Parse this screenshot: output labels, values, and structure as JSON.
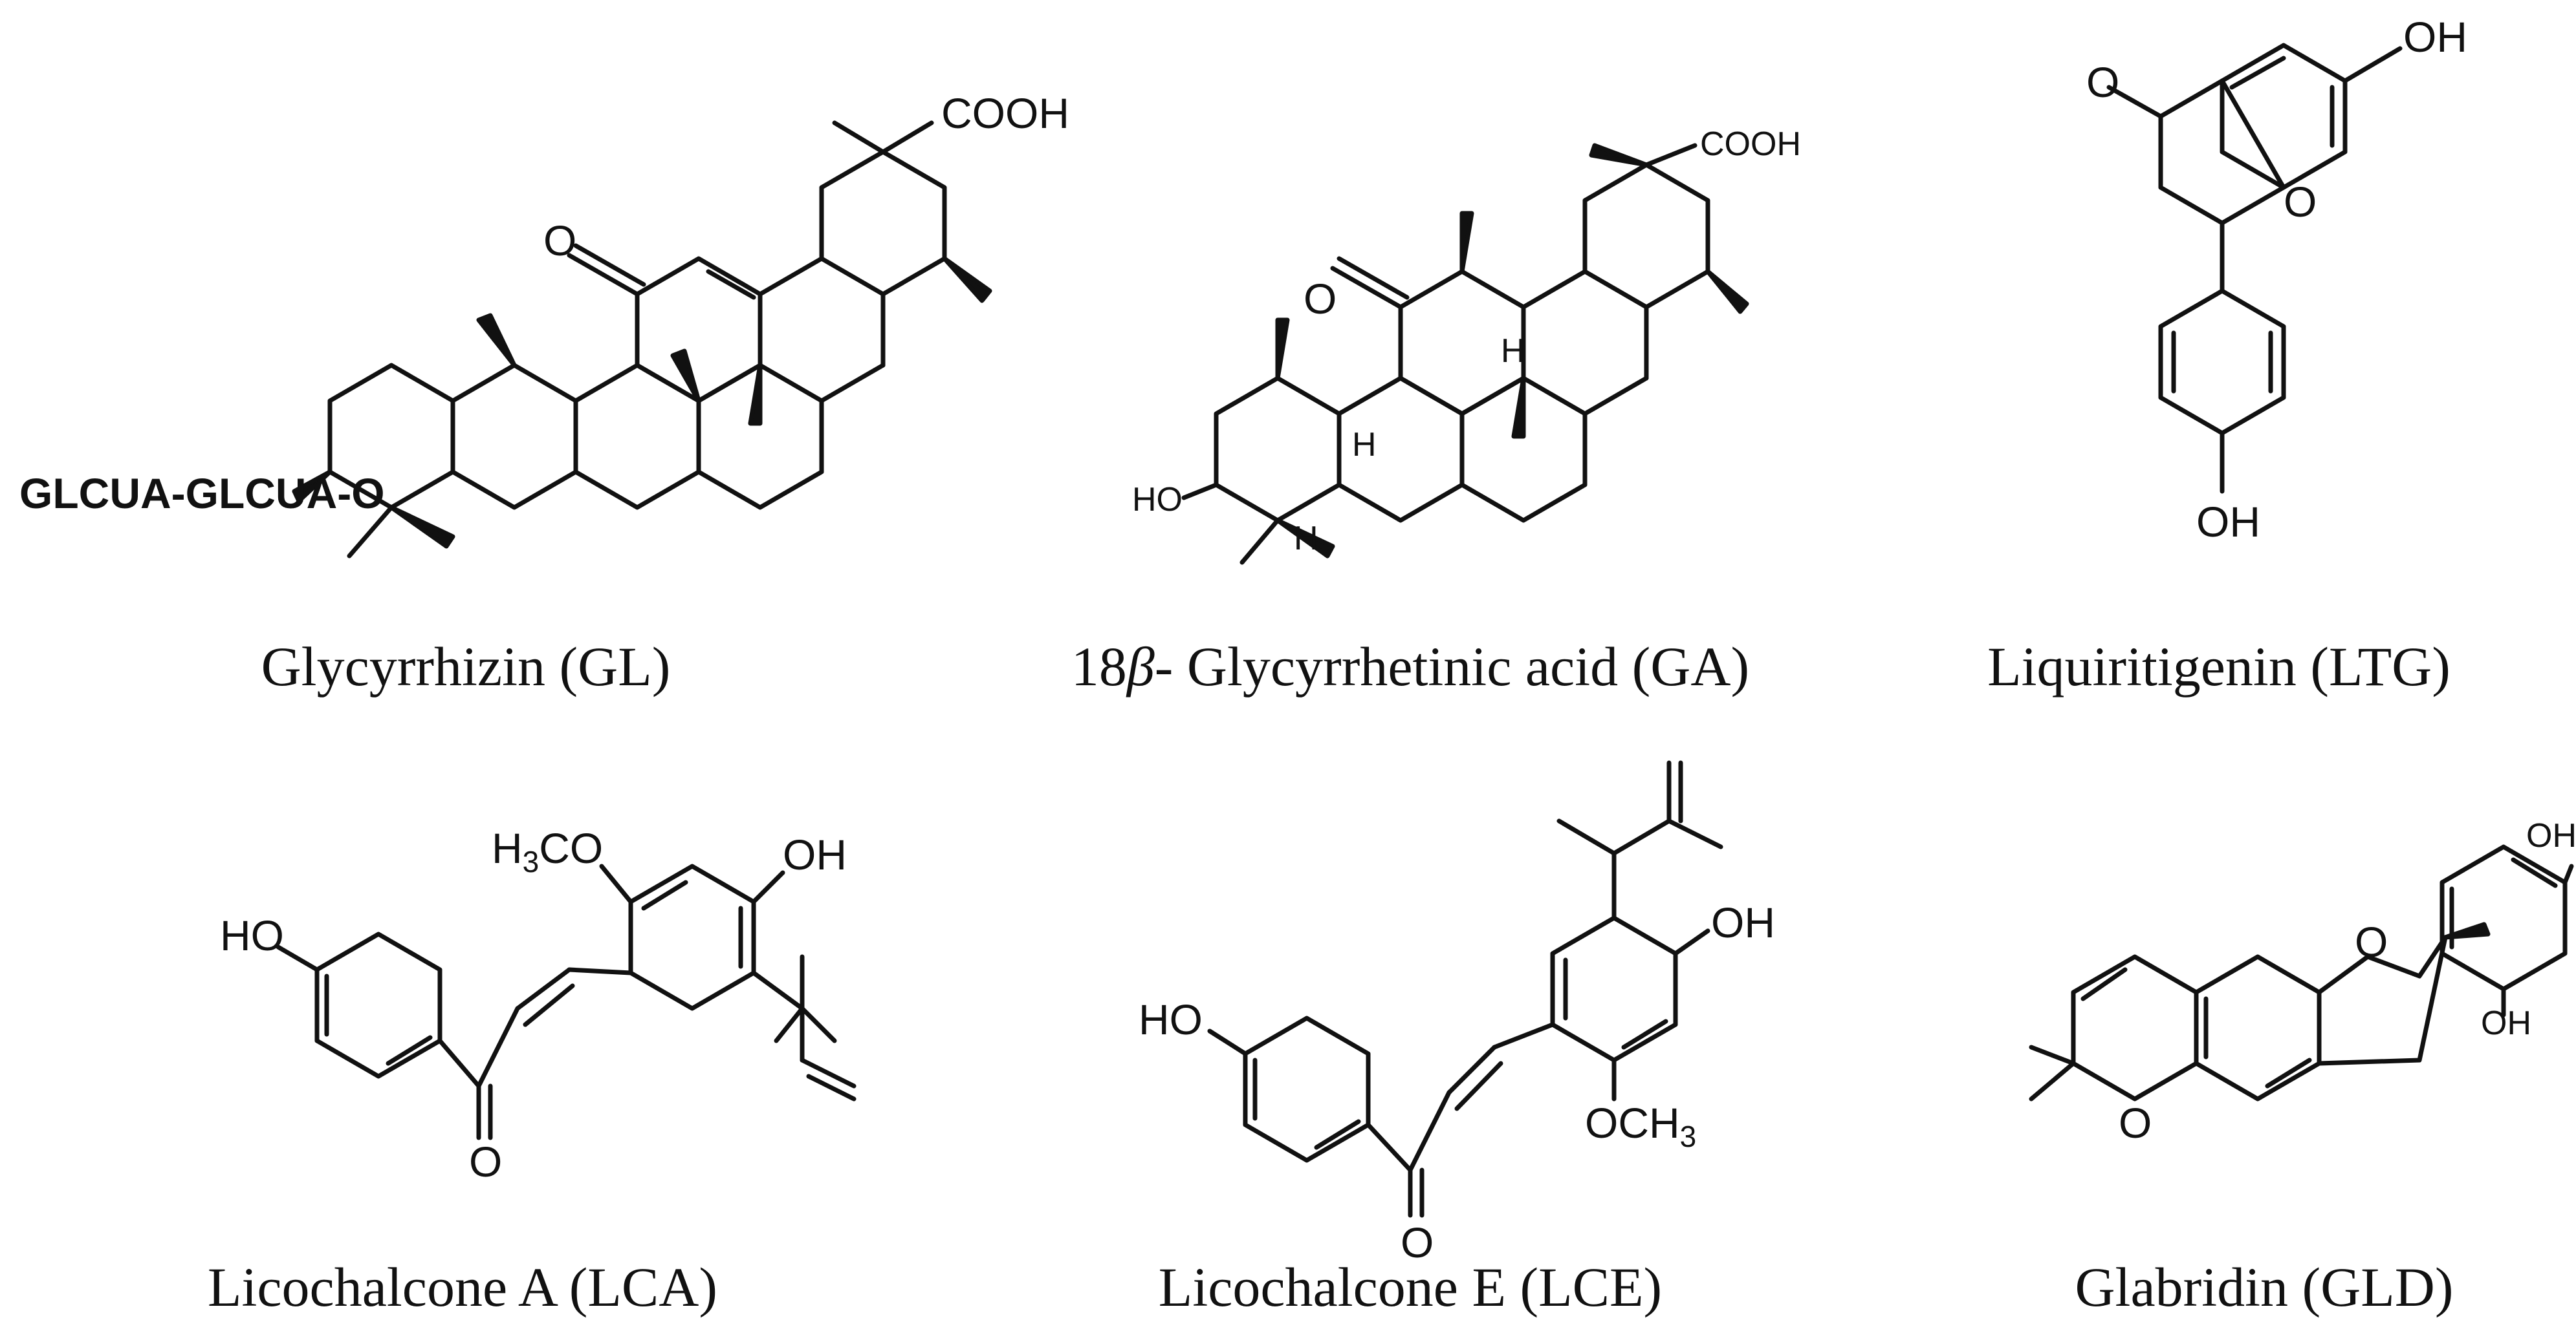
{
  "compounds": [
    {
      "caption": "Glycyrrhizin (GL)",
      "labels": {
        "cooh": "COOH",
        "oxo": "O",
        "sugar": "GLCUA-GLCUA-O"
      }
    },
    {
      "caption_prefix": "18",
      "caption_beta": "β",
      "caption_rest": "- Glycyrrhetinic acid (GA)",
      "labels": {
        "cooh": "COOH",
        "oxo": "O",
        "ho": "HO",
        "h1": "H",
        "h2": "H",
        "h3": "H"
      }
    },
    {
      "caption": "Liquiritigenin (LTG)",
      "labels": {
        "oh_top": "OH",
        "oxo": "O",
        "ring_o": "O",
        "oh_bottom": "OH"
      }
    },
    {
      "caption": "Licochalcone A (LCA)",
      "labels": {
        "h3co": "H",
        "h3co_sub": "3",
        "h3co_rest": "CO",
        "oh": "OH",
        "ho": "HO",
        "oxo": "O"
      }
    },
    {
      "caption": "Licochalcone E (LCE)",
      "labels": {
        "oh": "OH",
        "ho": "HO",
        "och3": "OCH",
        "och3_sub": "3",
        "oxo": "O"
      }
    },
    {
      "caption": "Glabridin (GLD)",
      "labels": {
        "oh_top": "OH",
        "oh_mid": "OH",
        "o_upper": "O",
        "o_lower": "O"
      }
    }
  ]
}
